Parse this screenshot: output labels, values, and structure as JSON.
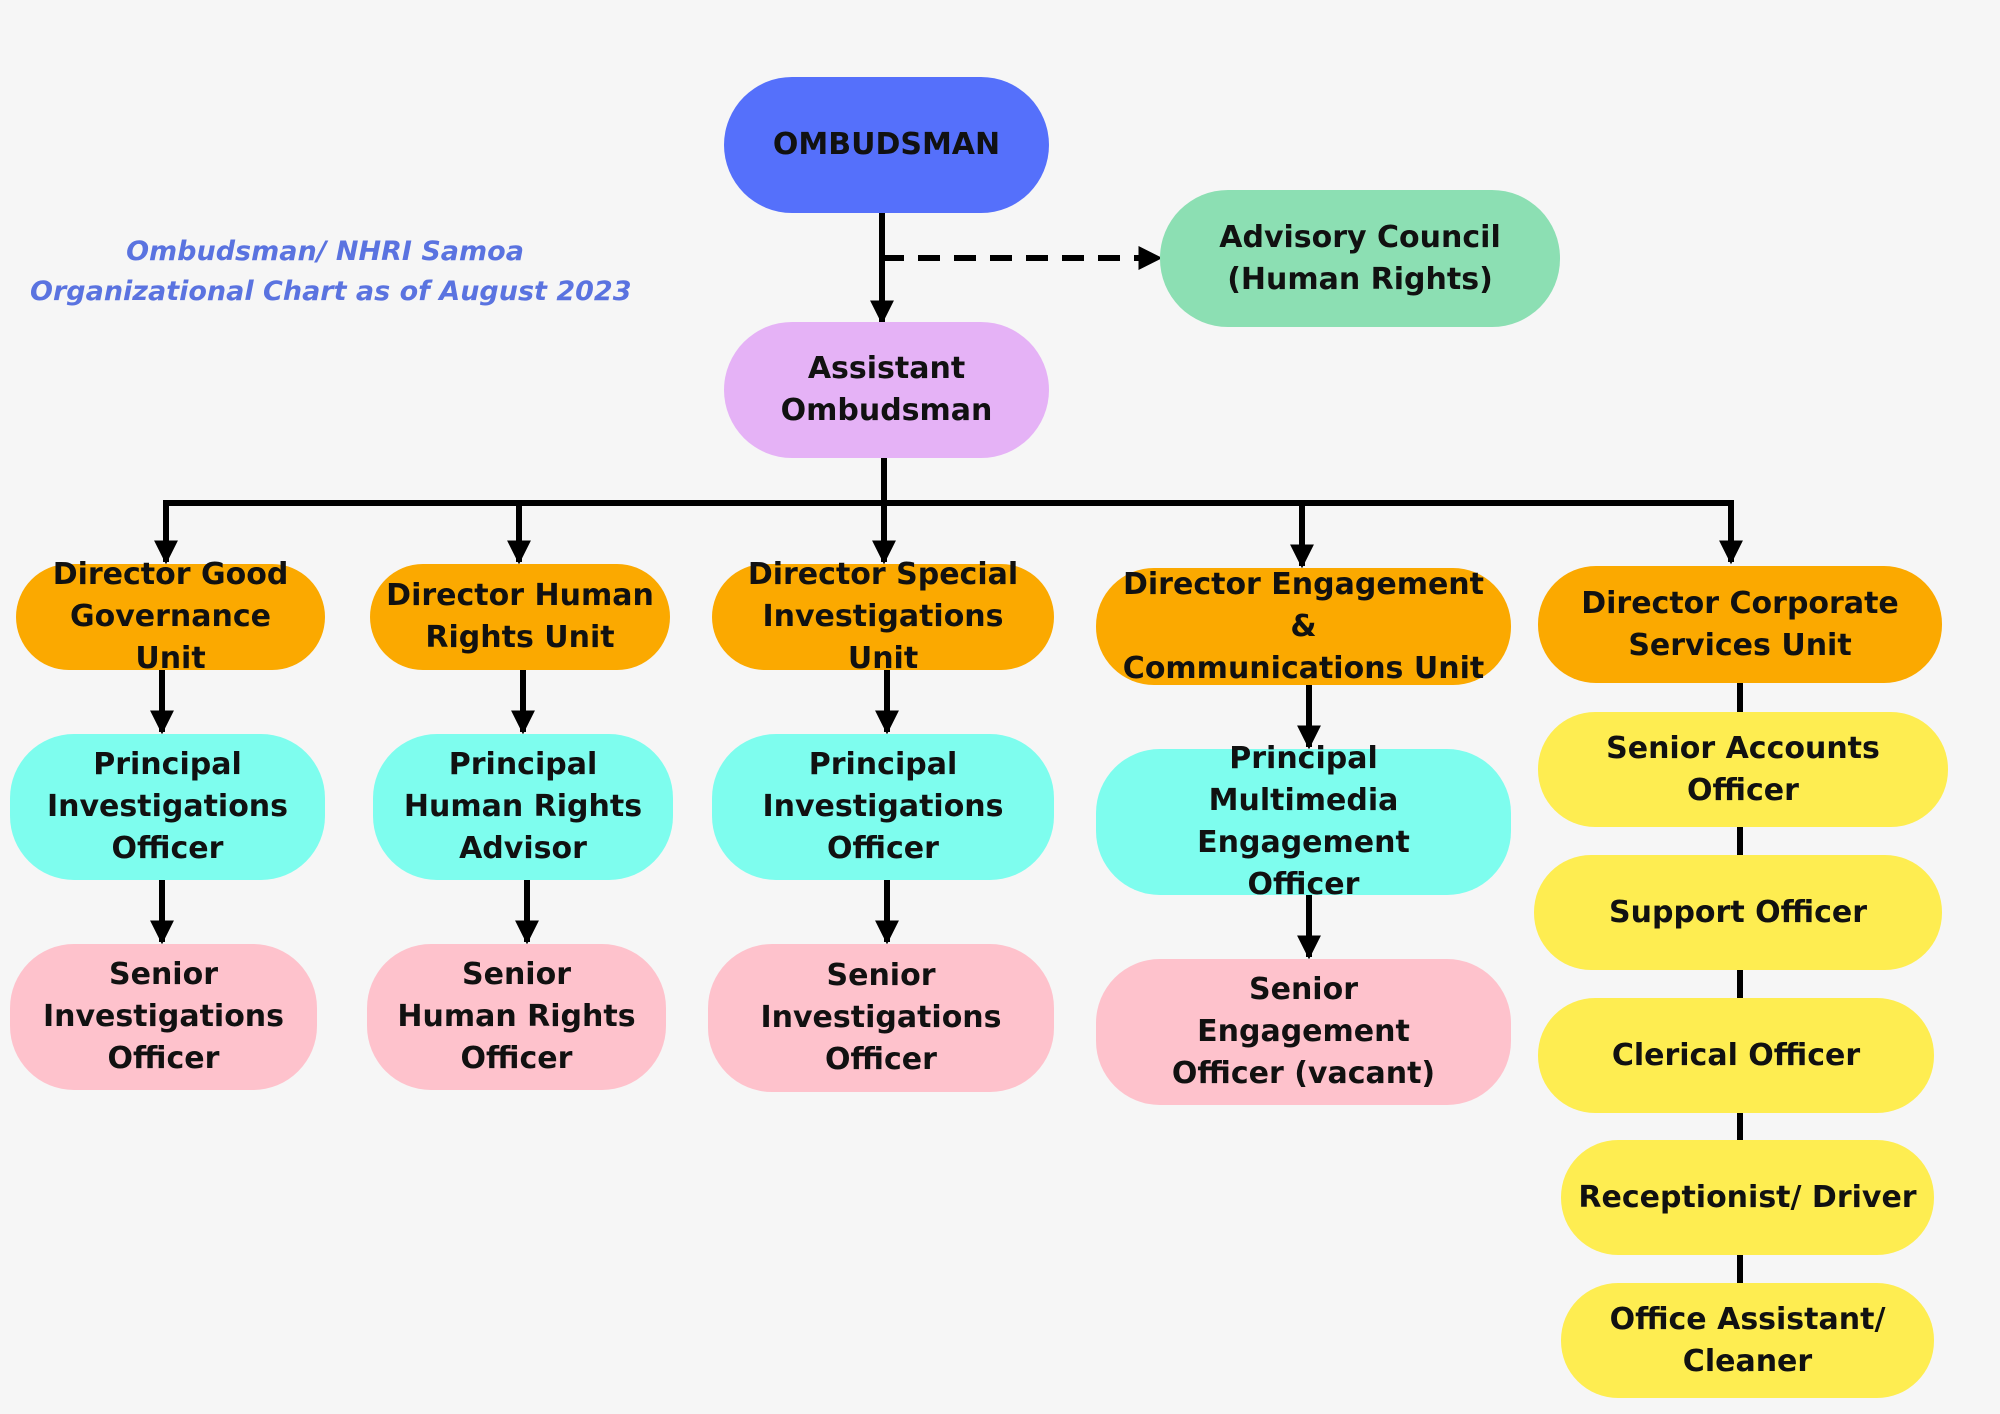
{
  "subtitle": {
    "line1": "Ombudsman/ NHRI Samoa",
    "line2": "Organizational Chart as of August 2023"
  },
  "colors": {
    "ombudsman": "#5570fb",
    "advisory": "#8cdfb3",
    "assistant": "#e5b2f6",
    "director": "#fba900",
    "principal": "#7efdee",
    "senior": "#fec2cc",
    "corporate_staff": "#feed51",
    "line": "#000000",
    "subtitle": "#5a73e0"
  },
  "nodes": {
    "ombudsman": "OMBUDSMAN",
    "advisory_council": "Advisory Council\n(Human Rights)",
    "assistant": "Assistant\nOmbudsman",
    "dir_good_governance": "Director Good\nGovernance Unit",
    "dir_human_rights": "Director Human\nRights Unit",
    "dir_special_investigations": "Director Special\nInvestigations Unit",
    "dir_engagement": "Director Engagement &\nCommunications Unit",
    "dir_corporate": "Director Corporate\nServices Unit",
    "principal_investigations_1": "Principal\nInvestigations\nOfficer",
    "principal_hr_advisor": "Principal\nHuman Rights\nAdvisor",
    "principal_investigations_2": "Principal\nInvestigations\nOfficer",
    "principal_multimedia": "Principal\nMultimedia Engagement\nOfficer",
    "senior_investigations_1": "Senior\nInvestigations\nOfficer",
    "senior_hr_officer": "Senior\nHuman  Rights\nOfficer",
    "senior_investigations_2": "Senior\nInvestigations\nOfficer",
    "senior_engagement": "Senior\nEngagement\nOfficer (vacant)",
    "senior_accounts": "Senior Accounts Officer",
    "support_officer": "Support Officer",
    "clerical_officer": "Clerical Officer",
    "receptionist_driver": "Receptionist/ Driver",
    "office_assistant": "Office Assistant/\nCleaner"
  }
}
